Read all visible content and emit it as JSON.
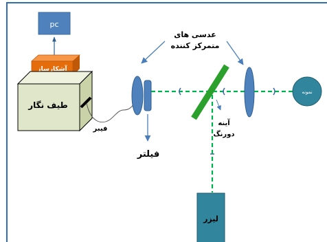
{
  "labels": {
    "pc": "pc",
    "detector": "آشکارساز",
    "spectrometer": "طیف نگار",
    "fiber": "فیبر",
    "filter": "فیلتر",
    "lenses_line1": "عدسی های",
    "lenses_line2": "متمرکز کننده",
    "mirror_line1": "آینه",
    "mirror_line2": "دورنگ",
    "laser": "لیزر",
    "sample": "نمونه"
  },
  "colors": {
    "frame": "#2f6fad",
    "box_blue": "#4f81bd",
    "box_blue_dark": "#3a6aa5",
    "detector_orange": "#e46c0a",
    "detector_top": "#f79646",
    "spectrometer_front": "#dfe6c9",
    "spectrometer_top": "#eef2df",
    "spectrometer_side": "#c9d3a7",
    "laser_body": "#31859c",
    "sample": "#31859c",
    "beam_green": "#00b050",
    "mirror_green": "#2ca02c",
    "arrow_blue": "#4a7ebb"
  }
}
